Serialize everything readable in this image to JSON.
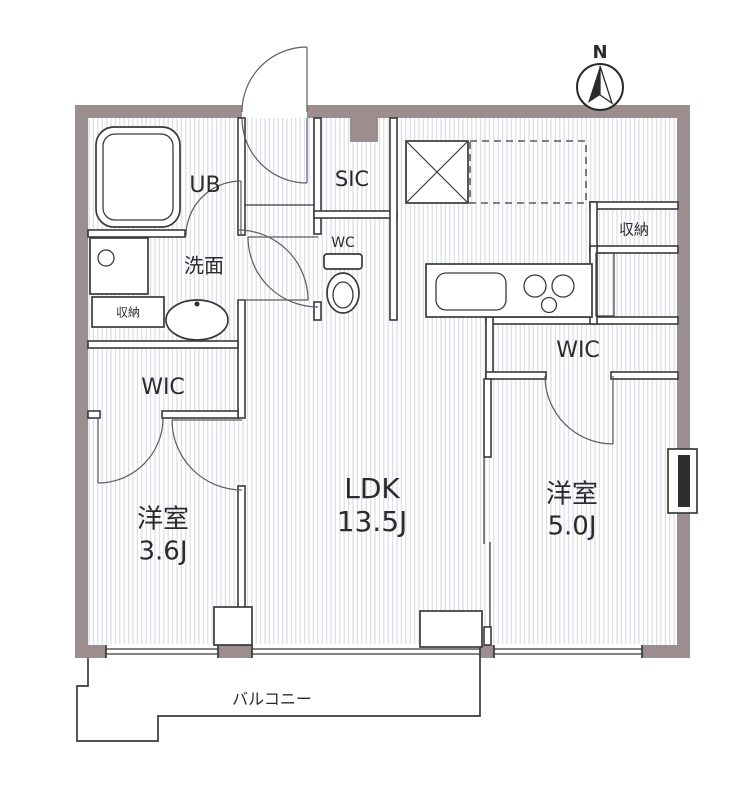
{
  "type": "apartment-floor-plan",
  "compass": {
    "label": "N"
  },
  "rooms": {
    "unit_bath": {
      "label": "UB"
    },
    "washroom": {
      "label": "洗面"
    },
    "storage_washroom": {
      "label": "収納"
    },
    "wic_left": {
      "label": "WIC"
    },
    "bedroom_left": {
      "label": "洋室",
      "size": "3.6J"
    },
    "shoe_closet": {
      "label": "SIC"
    },
    "toilet": {
      "label": "WC"
    },
    "ldk": {
      "label": "LDK",
      "size": "13.5J"
    },
    "storage_right": {
      "label": "収納"
    },
    "wic_right": {
      "label": "WIC"
    },
    "bedroom_right": {
      "label": "洋室",
      "size": "5.0J"
    },
    "balcony": {
      "label": "バルコニー"
    }
  },
  "colors": {
    "wall": "#9c8e8e",
    "hatch": "#d9dbe8",
    "line": "#3a3a3a",
    "text": "#2b2b2b",
    "bg": "#ffffff"
  }
}
